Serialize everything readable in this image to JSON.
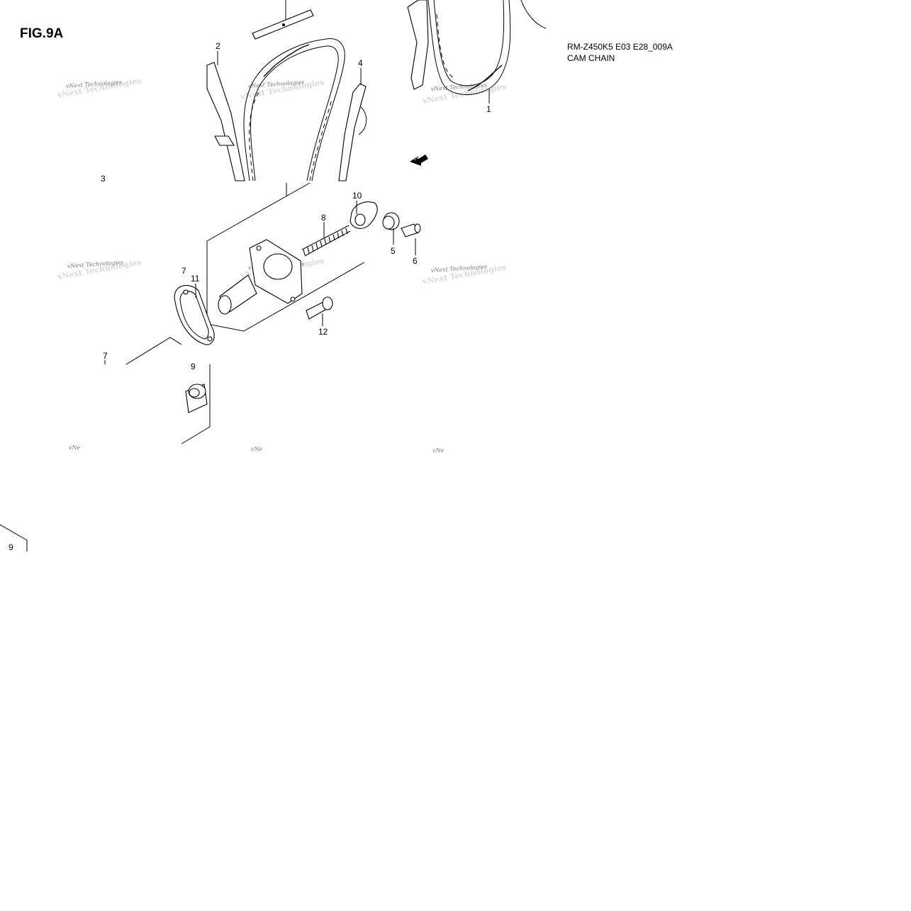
{
  "figure": {
    "label": "FIG.9A",
    "model_code": "RM-Z450K5 E03 E28_009A",
    "section": "CAM CHAIN"
  },
  "callouts": [
    "1",
    "2",
    "3",
    "4",
    "5",
    "6",
    "7",
    "8",
    "9",
    "10",
    "11",
    "12",
    "7",
    "9"
  ],
  "watermark": {
    "line1": "vNext Technologies",
    "line2": "vNext Technologies",
    "fragment": "vNe"
  },
  "direction_badge": "FWD"
}
